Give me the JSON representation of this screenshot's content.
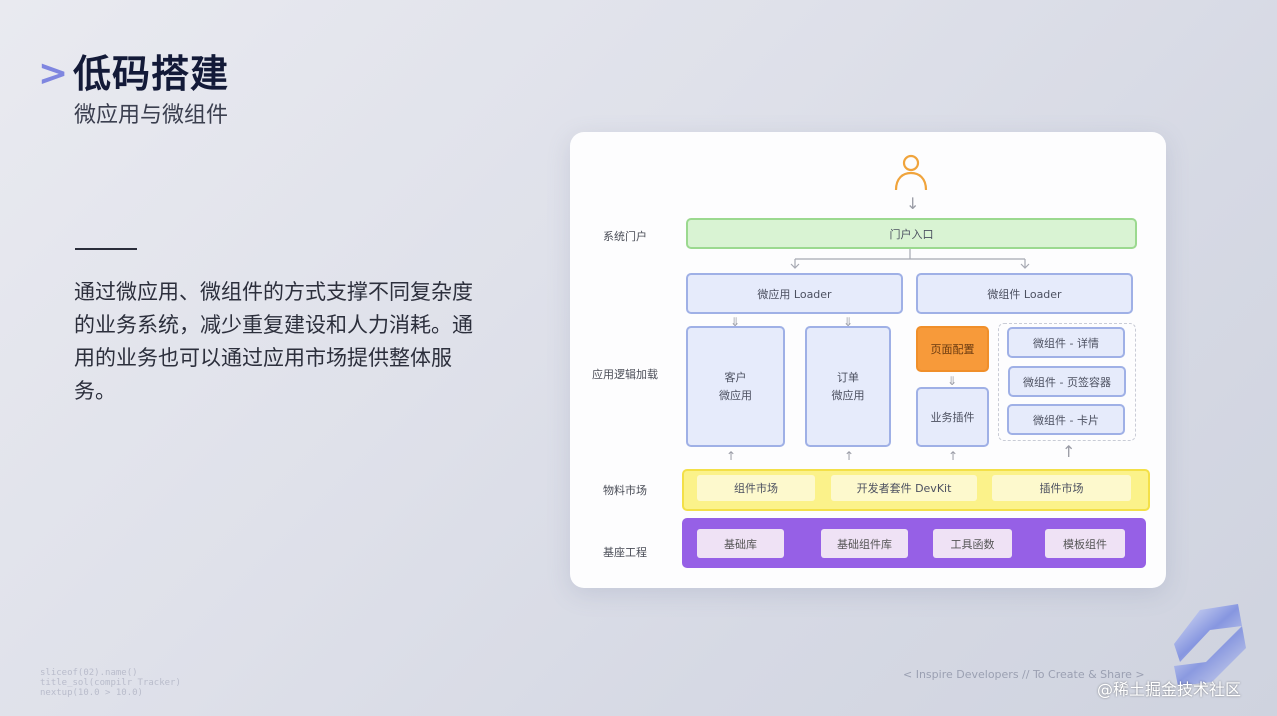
{
  "header": {
    "chevron": ">",
    "title": "低码搭建",
    "subtitle": "微应用与微组件"
  },
  "description": "通过微应用、微组件的方式支撑不同复杂度的业务系统，减少重复建设和人力消耗。通用的业务也可以通过应用市场提供整体服务。",
  "diagram": {
    "user_icon": "user-icon",
    "rows": {
      "portal": "系统门户",
      "app_logic": "应用逻辑加载",
      "materials": "物料市场",
      "base": "基座工程"
    },
    "portal_entry": "门户入口",
    "loaders": [
      "微应用 Loader",
      "微组件 Loader"
    ],
    "micro_apps": [
      {
        "line1": "客户",
        "line2": "微应用"
      },
      {
        "line1": "订单",
        "line2": "微应用"
      }
    ],
    "page_config": "页面配置",
    "business_plugin": "业务插件",
    "micro_components": [
      "微组件 - 详情",
      "微组件 - 页签容器",
      "微组件 - 卡片"
    ],
    "materials_items": [
      "组件市场",
      "开发者套件 DevKit",
      "插件市场"
    ],
    "base_items": [
      "基础库",
      "基础组件库",
      "工具函数",
      "模板组件"
    ],
    "colors": {
      "portal": "#d9f3d3",
      "loader": "#e6ebfb",
      "page_config": "#f79a3a",
      "materials": "#fbf28a",
      "base": "#9660e6",
      "user_icon": "#f0a43c"
    }
  },
  "footer": {
    "code_lines": [
      "sliceof(02).name()",
      "title_sol(compilr Tracker)",
      "nextup(10.0 > 10.0)"
    ],
    "tagline": "< Inspire Developers  //  To Create & Share >",
    "watermark": "@稀土掘金技术社区"
  }
}
